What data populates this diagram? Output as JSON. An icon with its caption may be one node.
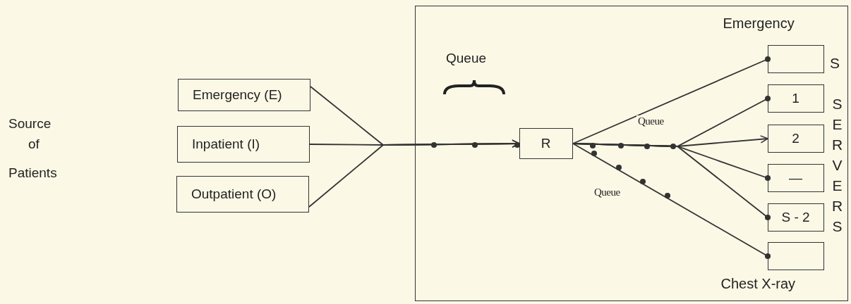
{
  "diagram": {
    "nodes": [
      {
        "text": [
          "Emergency (E)"
        ]
      },
      {
        "text": [
          "Inpatient (I)"
        ]
      },
      {
        "text": [
          "Outpatient (O)"
        ]
      },
      {
        "text": [],
        "shape": "box"
      },
      {
        "text": [
          "R"
        ],
        "in": 3
      },
      {
        "text": [],
        "shape": "box",
        "in": 3,
        "beside": [
          "Emergency"
        ]
      },
      {
        "text": [
          "1"
        ],
        "in": 3
      },
      {
        "text": [
          "2"
        ],
        "in": 3
      },
      {
        "text": [
          "—"
        ],
        "in": 3
      },
      {
        "text": [
          "S - 2"
        ],
        "in": 3
      },
      {
        "text": [],
        "shape": "box",
        "in": 3,
        "beside": [
          "Chest X-ray"
        ]
      }
    ],
    "edges": [
      {
        "from": 0,
        "to": 4,
        "arrow": "to"
      },
      {
        "from": 1,
        "to": 4,
        "arrow": "to"
      },
      {
        "from": 2,
        "to": 4,
        "arrow": "to"
      },
      {
        "from": 4,
        "to": 5,
        "arrow": "other",
        "label": "Queue"
      },
      {
        "from": 4,
        "to": 6,
        "arrow": "other"
      },
      {
        "from": 4,
        "to": 7,
        "arrow": "to"
      },
      {
        "from": 4,
        "to": 8,
        "arrow": "other"
      },
      {
        "from": 4,
        "to": 9,
        "arrow": "other"
      },
      {
        "from": 4,
        "to": 10,
        "arrow": "other",
        "label": "Queue"
      }
    ],
    "labels": [
      "Source",
      "of",
      "Patients",
      "Queue",
      "S",
      "SERVERS"
    ]
  }
}
